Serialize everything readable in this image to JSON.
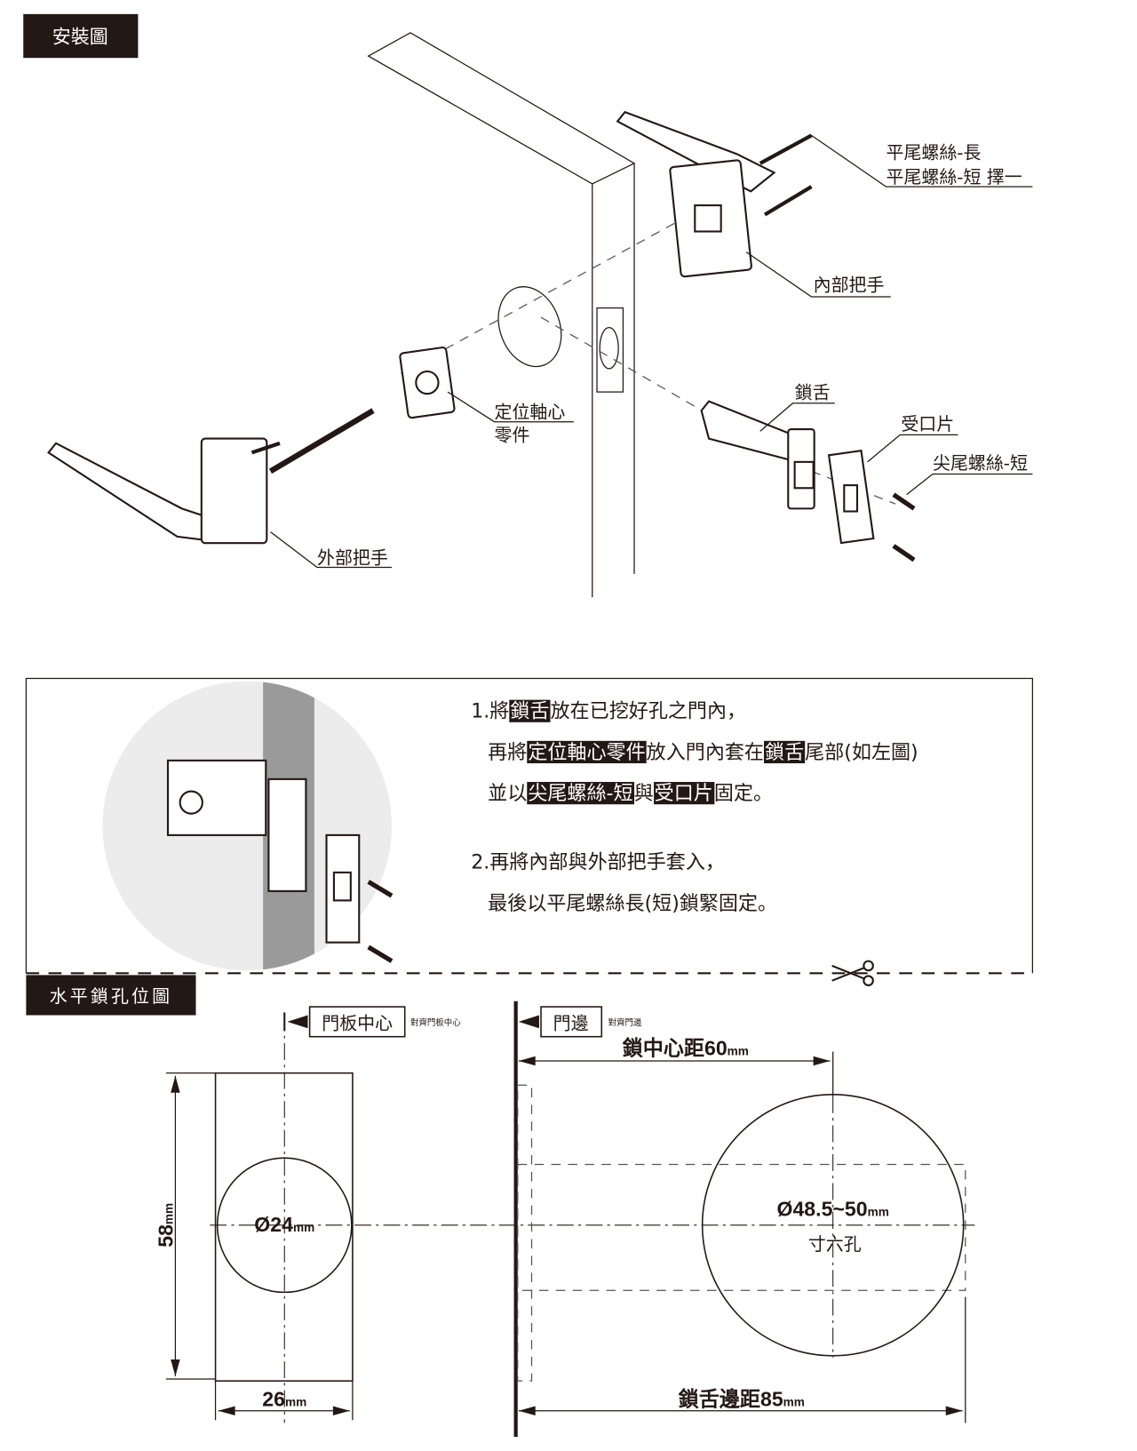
{
  "title": "安裝圖",
  "parts": {
    "screw_flat": [
      "平尾螺絲-長",
      "平尾螺絲-短 擇一"
    ],
    "inner_handle": "內部把手",
    "spindle_part": [
      "定位軸心",
      "零件"
    ],
    "latch": "鎖舌",
    "strike_plate": "受口片",
    "screw_pointed": "尖尾螺絲-短",
    "outer_handle": "外部把手"
  },
  "steps": {
    "s1_a": "1.將",
    "s1_b": "鎖舌",
    "s1_c": "放在已挖好孔之門內，",
    "s1_d": "再將",
    "s1_e": "定位軸心零件",
    "s1_f": "放入門內套在",
    "s1_g": "鎖舌",
    "s1_h": "尾部(如左圖)",
    "s1_i": "並以",
    "s1_j": "尖尾螺絲-短",
    "s1_k": "與",
    "s1_l": "受口片",
    "s1_m": "固定。",
    "s2_a": "2.再將內部與外部把手套入，",
    "s2_b": "最後以平尾螺絲長(短)鎖緊固定。"
  },
  "template": {
    "title": "水平鎖孔位圖",
    "door_center_label": "門板中心",
    "door_center_note": "對齊門板中心",
    "door_edge_label": "門邊",
    "door_edge_note": "對齊門邊",
    "backset_label": "鎖中心距60",
    "backset_unit": "mm",
    "small_hole": "Ø24",
    "small_hole_unit": "mm",
    "big_hole": "Ø48.5~50",
    "big_hole_unit": "mm",
    "big_hole_name": "寸六孔",
    "height": "58",
    "height_unit": "mm",
    "width": "26",
    "width_unit": "mm",
    "latch_depth": "鎖舌邊距85",
    "latch_depth_unit": "mm"
  }
}
